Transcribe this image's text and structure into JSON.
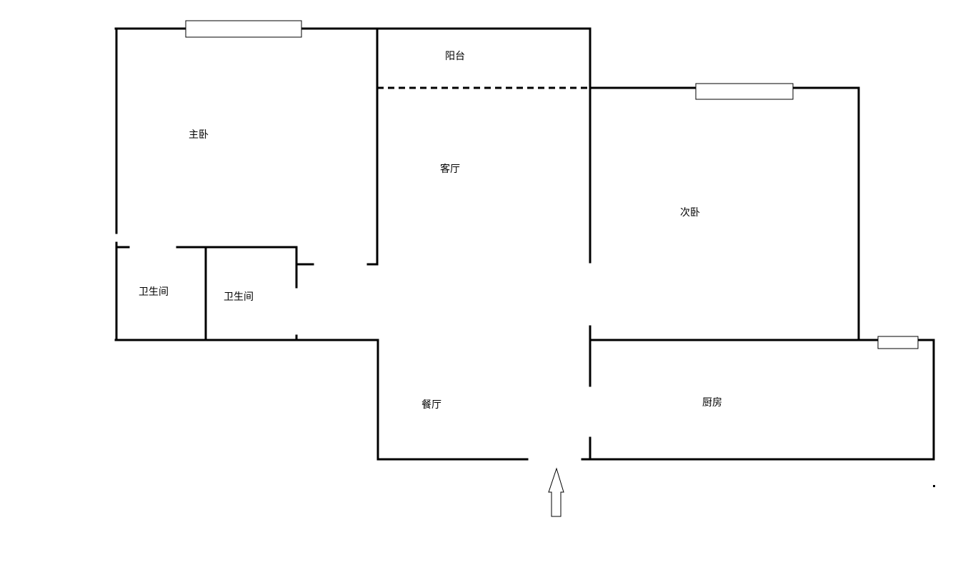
{
  "plan": {
    "wall_color": "#000000",
    "rooms": [
      {
        "id": "balcony",
        "label": "阳台"
      },
      {
        "id": "master-bedroom",
        "label": "主卧"
      },
      {
        "id": "living-room",
        "label": "客厅"
      },
      {
        "id": "second-bedroom",
        "label": "次卧"
      },
      {
        "id": "bathroom-1",
        "label": "卫生间"
      },
      {
        "id": "bathroom-2",
        "label": "卫生间"
      },
      {
        "id": "dining-room",
        "label": "餐厅"
      },
      {
        "id": "kitchen",
        "label": "厨房"
      }
    ],
    "entrance_icon": "up-arrow-icon"
  }
}
